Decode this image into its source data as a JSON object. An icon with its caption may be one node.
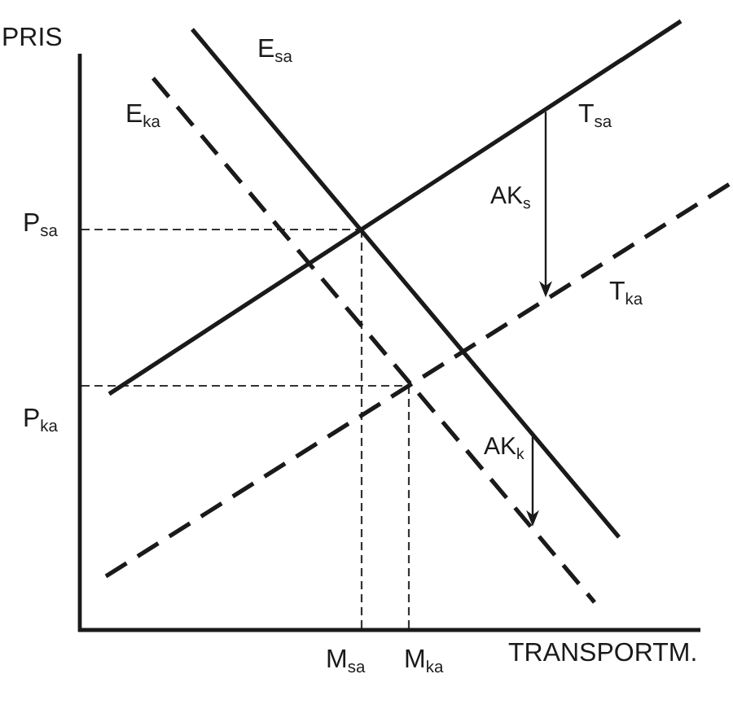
{
  "diagram": {
    "labels": [
      "PRIS",
      "E$_{sa}$",
      "E$_{ka}$",
      "T$_{sa}$",
      "AK$_{s}$",
      "P$_{sa}$",
      "T$_{ka}$",
      "P$_{ka}$",
      "AK$_{k}$",
      "M$_{sa}$",
      "M$_{ka}$",
      "TRANSPORTM."
    ]
  }
}
